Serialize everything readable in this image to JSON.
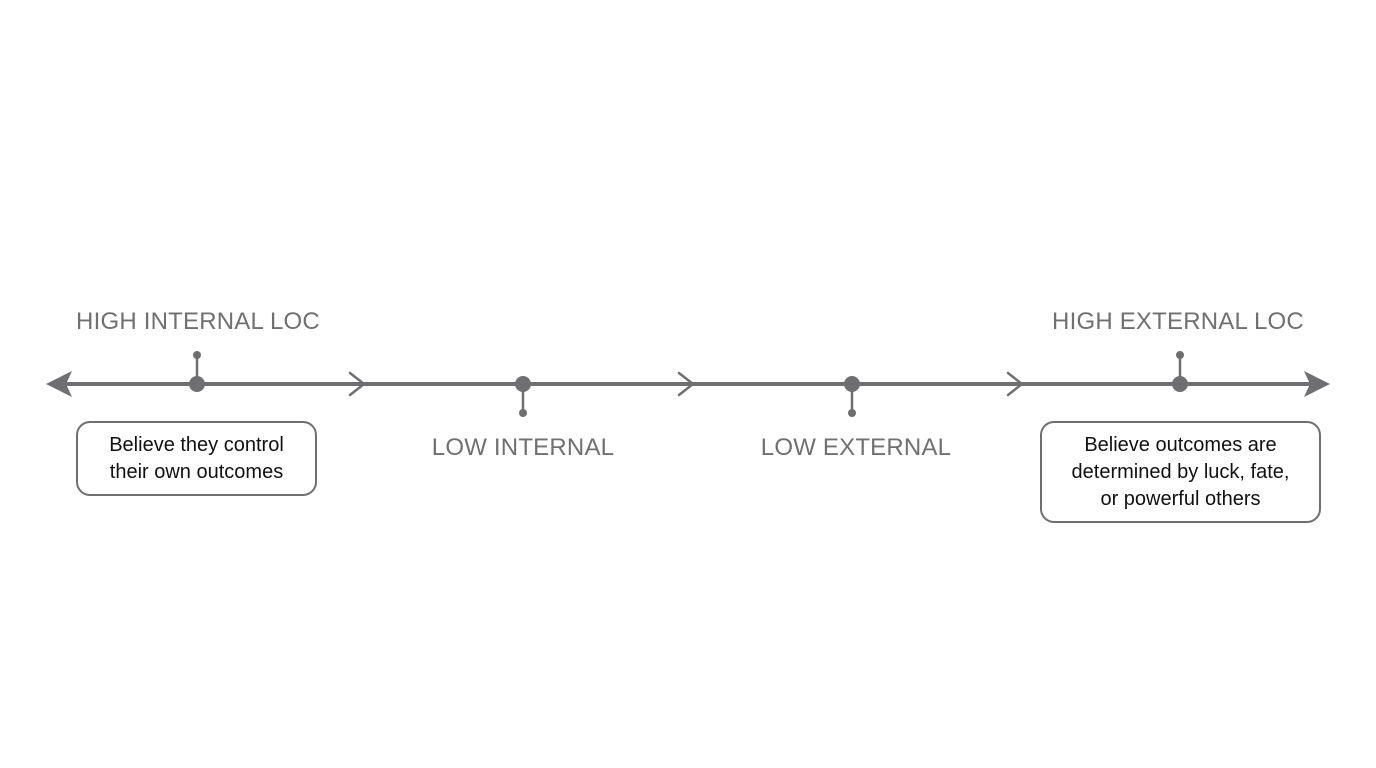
{
  "colors": {
    "line": "#6f6f72",
    "label": "#707073",
    "box_text": "#111111",
    "background": "#ffffff"
  },
  "axis": {
    "left_end": "arrowhead-left",
    "right_end": "arrowhead-right",
    "direction_chevrons": 3
  },
  "points": [
    {
      "id": "high-internal",
      "label": "HIGH INTERNAL LOC",
      "label_position": "above"
    },
    {
      "id": "low-internal",
      "label": "LOW INTERNAL",
      "label_position": "below"
    },
    {
      "id": "low-external",
      "label": "LOW EXTERNAL",
      "label_position": "below"
    },
    {
      "id": "high-external",
      "label": "HIGH EXTERNAL LOC",
      "label_position": "above"
    }
  ],
  "descriptions": {
    "internal": "Believe they control\ntheir own outcomes",
    "external": "Believe outcomes are\ndetermined by luck, fate,\nor powerful others"
  }
}
